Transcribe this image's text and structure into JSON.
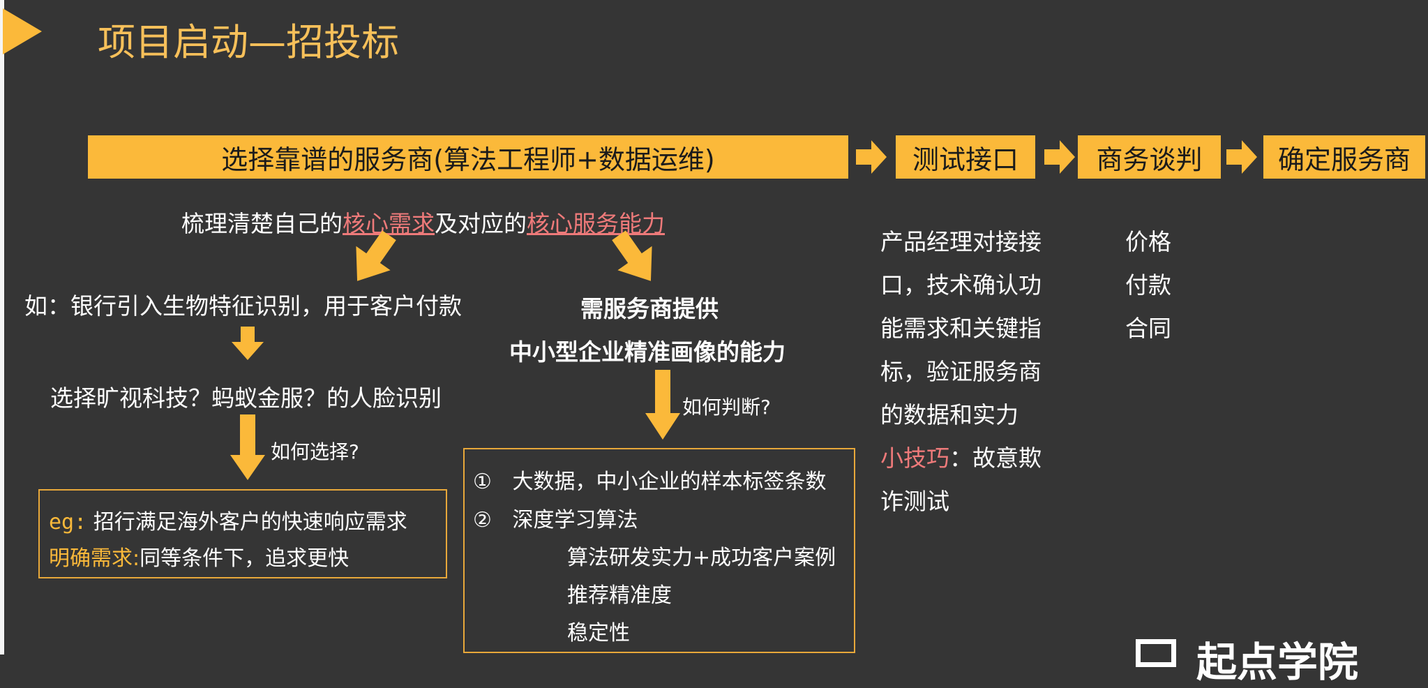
{
  "title": "项目启动—招投标",
  "flow": {
    "step1": "选择靠谱的服务商(算法工程师+数据运维)",
    "step2": "测试接口",
    "step3": "商务谈判",
    "step4": "确定服务商"
  },
  "analysis": {
    "prefix": "梳理清楚自己的",
    "highlight1": "核心需求",
    "middle": "及对应的",
    "highlight2": "核心服务能力"
  },
  "left_branch": {
    "example": "如：银行引入生物特征识别，用于客户付款",
    "question": "选择旷视科技？蚂蚁金服？的人脸识别",
    "arrow_label": "如何选择?",
    "box_eg_label": "eg:",
    "box_eg_text": "招行满足海外客户的快速响应需求",
    "box_req_label": "明确需求:",
    "box_req_text": "同等条件下，追求更快"
  },
  "middle_branch": {
    "need_line1": "需服务商提供",
    "need_line2": "中小型企业精准画像的能力",
    "arrow_label": "如何判断?",
    "item1_num": "①",
    "item1_text": "大数据，中小企业的样本标签条数",
    "item2_num": "②",
    "item2_text": "深度学习算法",
    "sub1": "算法研发实力+成功客户案例",
    "sub2": "推荐精准度",
    "sub3": "稳定性"
  },
  "test_notes": {
    "line1": "产品经理对接接",
    "line2": "口，技术确认功",
    "line3": "能需求和关键指",
    "line4": "标，验证服务商",
    "line5": "的数据和实力",
    "tip_label": "小技巧",
    "tip_text": "：故意欺",
    "line7": "诈测试"
  },
  "negotiation": [
    "价格",
    "付款",
    "合同"
  ],
  "watermark": "起点学院",
  "colors": {
    "accent": "#fbb93a",
    "background": "#353535",
    "highlight_red": "#ee7a7a",
    "title": "#f7c05a"
  }
}
